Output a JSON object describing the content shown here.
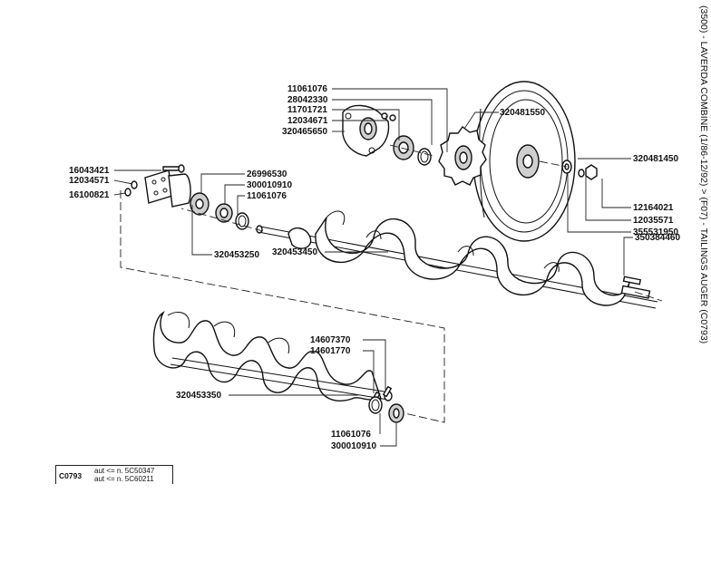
{
  "title": "(3500) - LAVERDA COMBINE (1/86-12/92) > (F07) - TAILINGS AUGER (C0793)",
  "reference": {
    "code": "C0793",
    "line1": "aut <= n. 5C50347",
    "line2": "aut <= n. 5C60211"
  },
  "parts": [
    "11061076",
    "28042330",
    "11701721",
    "12034671",
    "320465650",
    "320481550",
    "320481450",
    "12164021",
    "12035571",
    "355531950",
    "16043421",
    "12034571",
    "16100821",
    "26996530",
    "300010910",
    "11061076",
    "320453250",
    "320453450",
    "350384460",
    "14607370",
    "14601770",
    "320453350",
    "11061076",
    "300010910"
  ],
  "colors": {
    "ink": "#111111",
    "paper": "#ffffff",
    "shade": "#cfcfcf"
  }
}
